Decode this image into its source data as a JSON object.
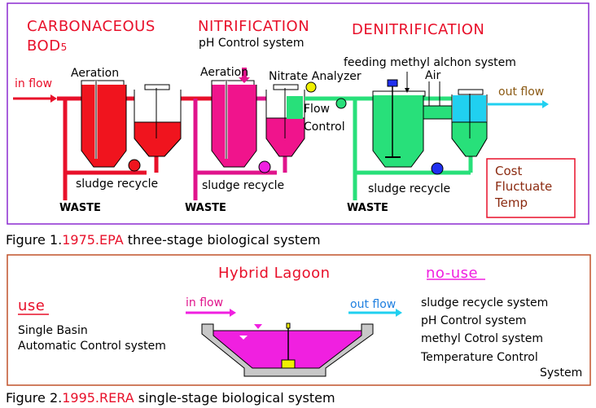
{
  "fig1": {
    "stage1_title_line1": "CARBONACEOUS",
    "stage1_title_line2": "BOD",
    "stage1_title_sub": "5",
    "stage2_title": "NITRIFICATION",
    "stage2_subtitle": "pH Control system",
    "stage3_title": "DENITRIFICATION",
    "aeration1": "Aeration",
    "aeration2": "Aeration",
    "nitrate_analyzer": "Nitrate Analyzer",
    "methyl_system": "feeding methyl alchon system",
    "air": "Air",
    "in_flow": "in flow",
    "out_flow": "out flow",
    "flow_control_1": "Flow",
    "flow_control_2": "Control",
    "sludge1": "sludge recycle",
    "sludge2": "sludge recycle",
    "sludge3": "sludge recycle",
    "waste1": "WASTE",
    "waste2": "WASTE",
    "waste3": "WASTE",
    "box_line1": "Cost",
    "box_line2": "Fluctuate",
    "box_line3": "Temp",
    "caption_prefix": "Figure 1.",
    "caption_year": "1975.EPA",
    "caption_rest": "three-stage biological system"
  },
  "fig2": {
    "title": "Hybrid Lagoon",
    "no_use_label": "no-use",
    "use_label": "use",
    "use_item1": "Single Basin",
    "use_item2": "Automatic Control system",
    "in_flow": "in flow",
    "out_flow": "out flow",
    "no_use_items": [
      "sludge recycle system",
      "pH Control system",
      "methyl Cotrol system",
      "Temperature Control"
    ],
    "no_use_item4_line2": "System",
    "caption_prefix": "Figure 2.",
    "caption_year": "1995.RERA",
    "caption_rest": "single-stage biological system"
  },
  "colors": {
    "frame": "#8b2ad0",
    "frame2": "#c0522a",
    "red_stage": "#f0141e",
    "pink_stage": "#f0148c",
    "green_stage": "#28e07a",
    "cyan": "#20d0f0",
    "magenta": "#f020e0",
    "blue": "#2030f0",
    "yellow": "#f0f000"
  }
}
